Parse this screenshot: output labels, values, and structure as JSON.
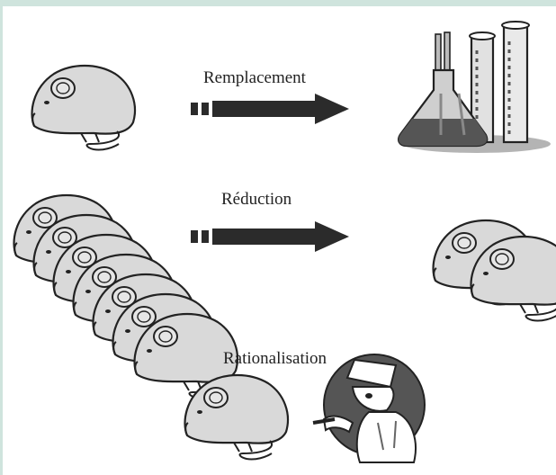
{
  "labels": {
    "replacement": "Remplacement",
    "reduction": "Réduction",
    "refinement": "Rationalisation"
  },
  "colors": {
    "band": "#cfe4dd",
    "mouse_fill": "#d9d9d9",
    "outline": "#222222",
    "arrow": "#2b2b2b",
    "scientist_circle": "#555555"
  }
}
